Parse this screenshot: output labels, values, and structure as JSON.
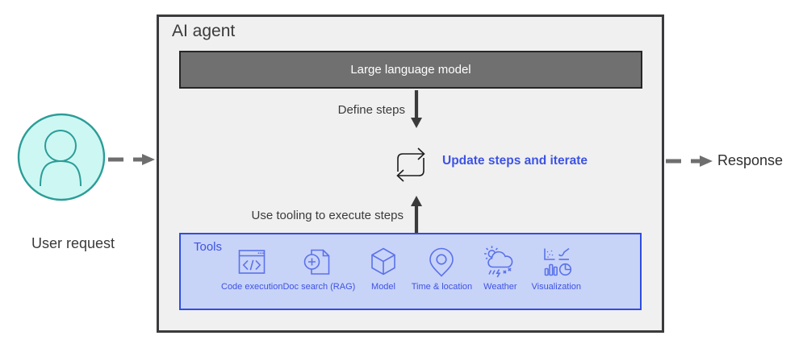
{
  "colors": {
    "agent_box_fill": "#f0f0f1",
    "agent_box_border": "#3b3b3d",
    "llm_bar_fill": "#707070",
    "llm_bar_border": "#262626",
    "llm_text": "#ffffff",
    "user_circle_fill": "#cdf7f3",
    "user_circle_stroke": "#2b9d97",
    "tools_box_fill": "#c8d3f8",
    "tools_box_border": "#2f4ede",
    "blue_text": "#3d53e3",
    "tool_icon_stroke": "#5a72ea",
    "connector_gray": "#6e6e6e",
    "step_arrow_dark": "#3a3a3a",
    "dark_text": "#3a3a3a"
  },
  "user": {
    "label": "User request"
  },
  "agent": {
    "title": "AI agent",
    "llm_label": "Large language model",
    "define_steps_label": "Define steps",
    "iterate_label": "Update steps and iterate",
    "execute_label": "Use tooling to execute steps"
  },
  "tools": {
    "title": "Tools",
    "items": [
      {
        "label": "Code execution",
        "icon": "code-execution-icon"
      },
      {
        "label": "Doc search (RAG)",
        "icon": "doc-search-icon"
      },
      {
        "label": "Model",
        "icon": "model-icon"
      },
      {
        "label": "Time & location",
        "icon": "time-location-icon"
      },
      {
        "label": "Weather",
        "icon": "weather-icon"
      },
      {
        "label": "Visualization",
        "icon": "visualization-icon"
      }
    ]
  },
  "response": {
    "label": "Response"
  }
}
